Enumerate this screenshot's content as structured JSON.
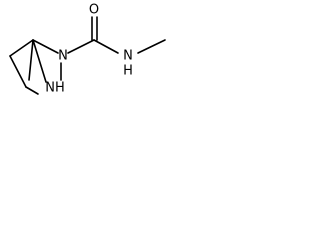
{
  "molecule": {
    "atoms": {
      "carbonyl_oxygen": "O",
      "amide_nitrogen": "N",
      "amide_nitrogen_h": "H",
      "ring_nitrogen": "N",
      "ring_nh": "NH"
    },
    "colors": {
      "bond": "#000000",
      "label": "#000000",
      "background": "#ffffff"
    }
  }
}
